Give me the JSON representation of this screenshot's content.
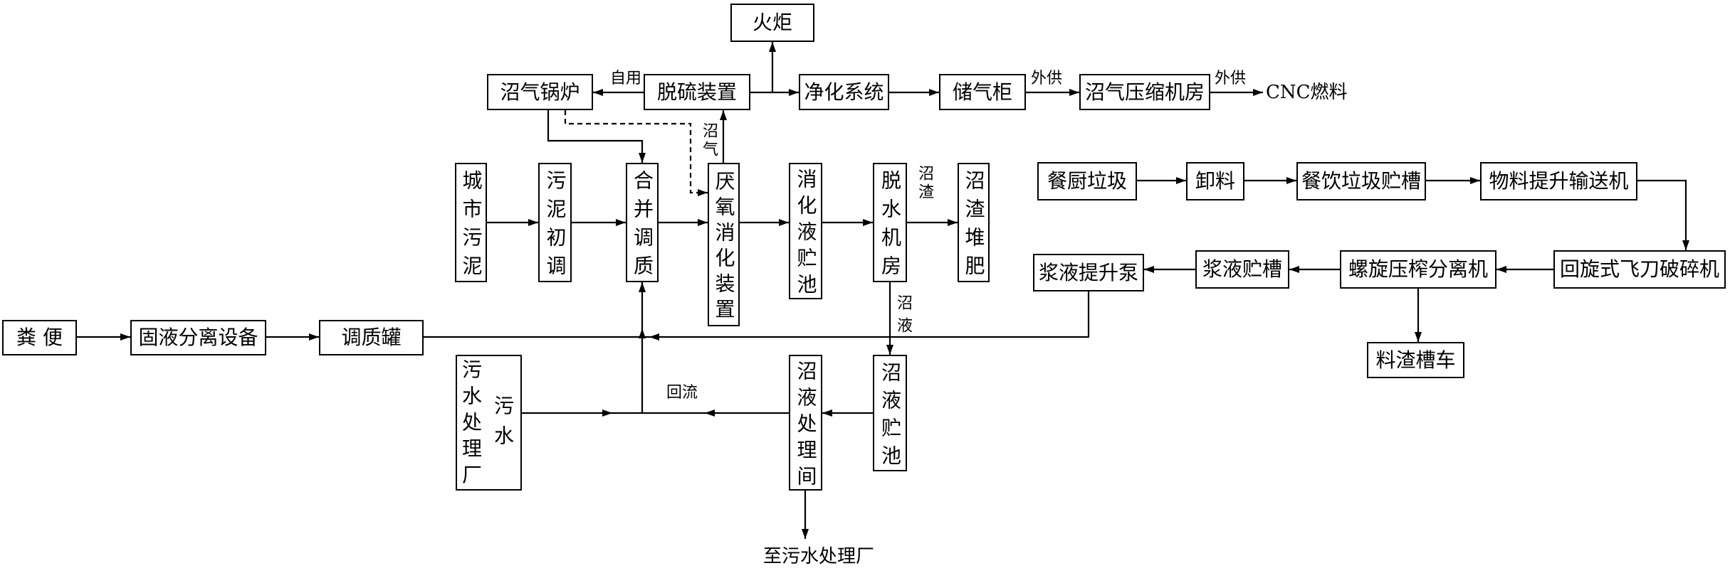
{
  "nodes": {
    "torch": "火炬",
    "biogas_boiler": "沼气锅炉",
    "desulfurizer": "脱硫装置",
    "purification": "净化系统",
    "gas_holder": "储气柜",
    "compressor_room": "沼气压缩机房",
    "cng_fuel": "CNC燃料",
    "municipal_sludge": "城市污泥",
    "sludge_preconditioning": "污泥初调",
    "combined_conditioning": "合并调质",
    "anaerobic_digester": "厌氧消化装置",
    "digestate_tank": "消化液贮池",
    "dewatering_room": "脱水机房",
    "residue_compost": "沼渣堆肥",
    "feces": "粪 便",
    "solid_liquid_separator": "固液分离设备",
    "conditioning_tank": "调质罐",
    "wwtp": "污水处理厂",
    "wwtp_inner": "污水",
    "slurry_treatment": "沼液处理间",
    "slurry_storage": "沼液贮池",
    "to_wwtp": "至污水处理厂",
    "kitchen_waste": "餐厨垃圾",
    "unloading": "卸料",
    "food_waste_tank": "餐饮垃圾贮槽",
    "lift_conveyor": "物料提升输送机",
    "flying_knife_crusher": "回旋式飞刀破碎机",
    "screw_press": "螺旋压榨分离机",
    "pulp_tank": "浆液贮槽",
    "pulp_pump": "浆液提升泵",
    "residue_truck": "料渣槽车"
  },
  "edge_labels": {
    "self_use": "自用",
    "external_supply_1": "外供",
    "external_supply_2": "外供",
    "biogas": "沼气",
    "biogas_residue": "沼渣",
    "biogas_slurry": "沼液",
    "reflux": "回流"
  }
}
